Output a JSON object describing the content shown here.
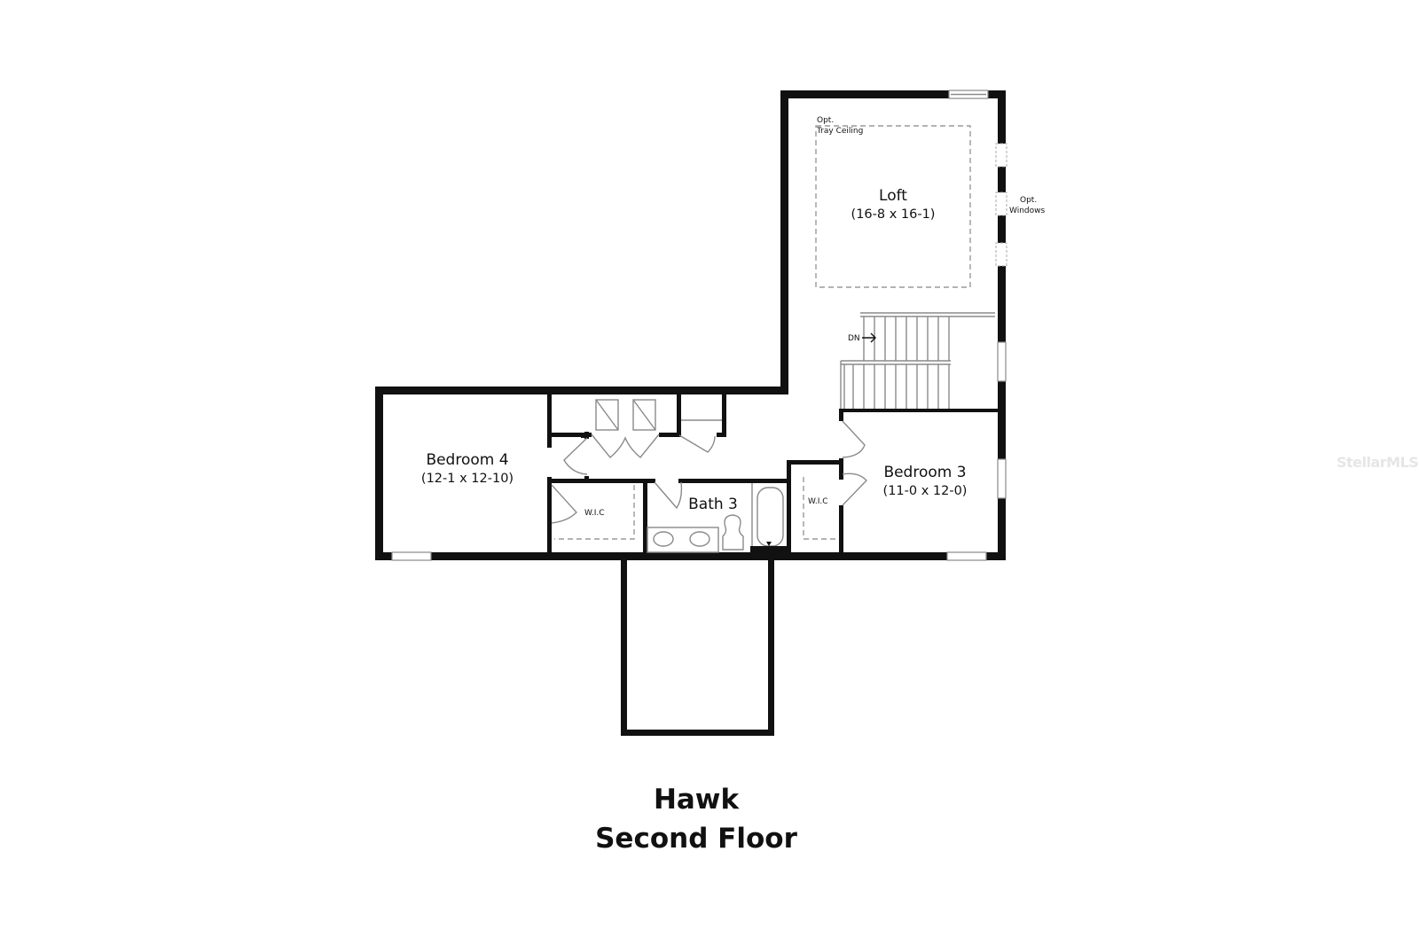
{
  "plan": {
    "model_name": "Hawk",
    "floor_label": "Second Floor",
    "watermark": "StellarMLS"
  },
  "rooms": {
    "loft": {
      "name": "Loft",
      "dimensions": "(16-8 x 16-1)"
    },
    "bedroom4": {
      "name": "Bedroom 4",
      "dimensions": "(12-1 x 12-10)"
    },
    "bedroom3": {
      "name": "Bedroom 3",
      "dimensions": "(11-0 x 12-0)"
    },
    "bath3": {
      "name": "Bath 3"
    },
    "wic_bed4": {
      "name": "W.I.C"
    },
    "wic_bed3": {
      "name": "W.I.C"
    }
  },
  "annotations": {
    "tray_ceiling_line1": "Opt.",
    "tray_ceiling_line2": "Tray Ceiling",
    "opt_windows_line1": "Opt.",
    "opt_windows_line2": "Windows",
    "stairs_down": "DN"
  }
}
